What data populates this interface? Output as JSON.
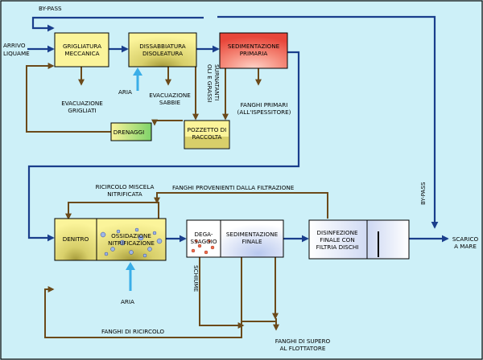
{
  "labels": {
    "bypass_top": "BY-PASS",
    "inlet_line1": "ARRIVO",
    "inlet_line2": "LIQUAME",
    "grigliatura_line1": "GRIGLIATURA",
    "grigliatura_line2": "MECCANICA",
    "dissabbiatura_line1": "DISSABBIATURA",
    "dissabbiatura_line2": "DISOLEATURA",
    "sedimentazione_primaria_line1": "SEDIMENTAZIONE",
    "sedimentazione_primaria_line2": "PRIMARIA",
    "evac_grigliati_line1": "EVACUAZIONE",
    "evac_grigliati_line2": "GRIGLIATI",
    "aria_1": "ARIA",
    "evac_sabbie_line1": "EVACUAZIONE",
    "evac_sabbie_line2": "SABBIE",
    "olie_grassi_line1": "OLI E GRASSI",
    "olie_grassi_line2": "SURNATANTI",
    "fanghi_primari_line1": "FANGHI PRIMARI",
    "fanghi_primari_line2": "(ALL'ISPESSITORE)",
    "pozzetto_line1": "POZZETTO DI",
    "pozzetto_line2": "RACCOLTA",
    "drenaggi": "DRENAGGI",
    "bypass_right": "BY-PASS",
    "ricircolo_line1": "RICIRCOLO MISCELA",
    "ricircolo_line2": "NITRIFICATA",
    "fanghi_filtrazione": "FANGHI PROVENIENTI DALLA FILTRAZIONE",
    "denitro": "DENITRO",
    "ossidazione_line1": "OSSIDAZIONE",
    "ossidazione_line2": "NITRIFICAZIONE",
    "degassaggio_line1": "DEGA-",
    "degassaggio_line2": "SSAGGIO",
    "sedimentazione_finale_line1": "SEDIMENTAZIONE",
    "sedimentazione_finale_line2": "FINALE",
    "disinfezione_line1": "DISINFEZIONE",
    "disinfezione_line2": "FINALE CON",
    "disinfezione_line3": "FILTRIA DISCHI",
    "scarico_line1": "SCARICO",
    "scarico_line2": "A MARE",
    "schiume": "SCHIUME",
    "aria_2": "ARIA",
    "fanghi_ricircolo": "FANGHI DI RICIRCOLO",
    "fanghi_supero_line1": "FANGHI DI SUPERO",
    "fanghi_supero_line2": "AL FLOTTATORE"
  },
  "colors": {
    "background": "#cdf0f8",
    "pipe": "#1a3e8c",
    "sludge": "#6b4a1a",
    "air": "#3aaee8",
    "tank_yellow": "#fbf49a",
    "tank_red": "#f25a4e",
    "tank_green": "#9ee07a"
  }
}
